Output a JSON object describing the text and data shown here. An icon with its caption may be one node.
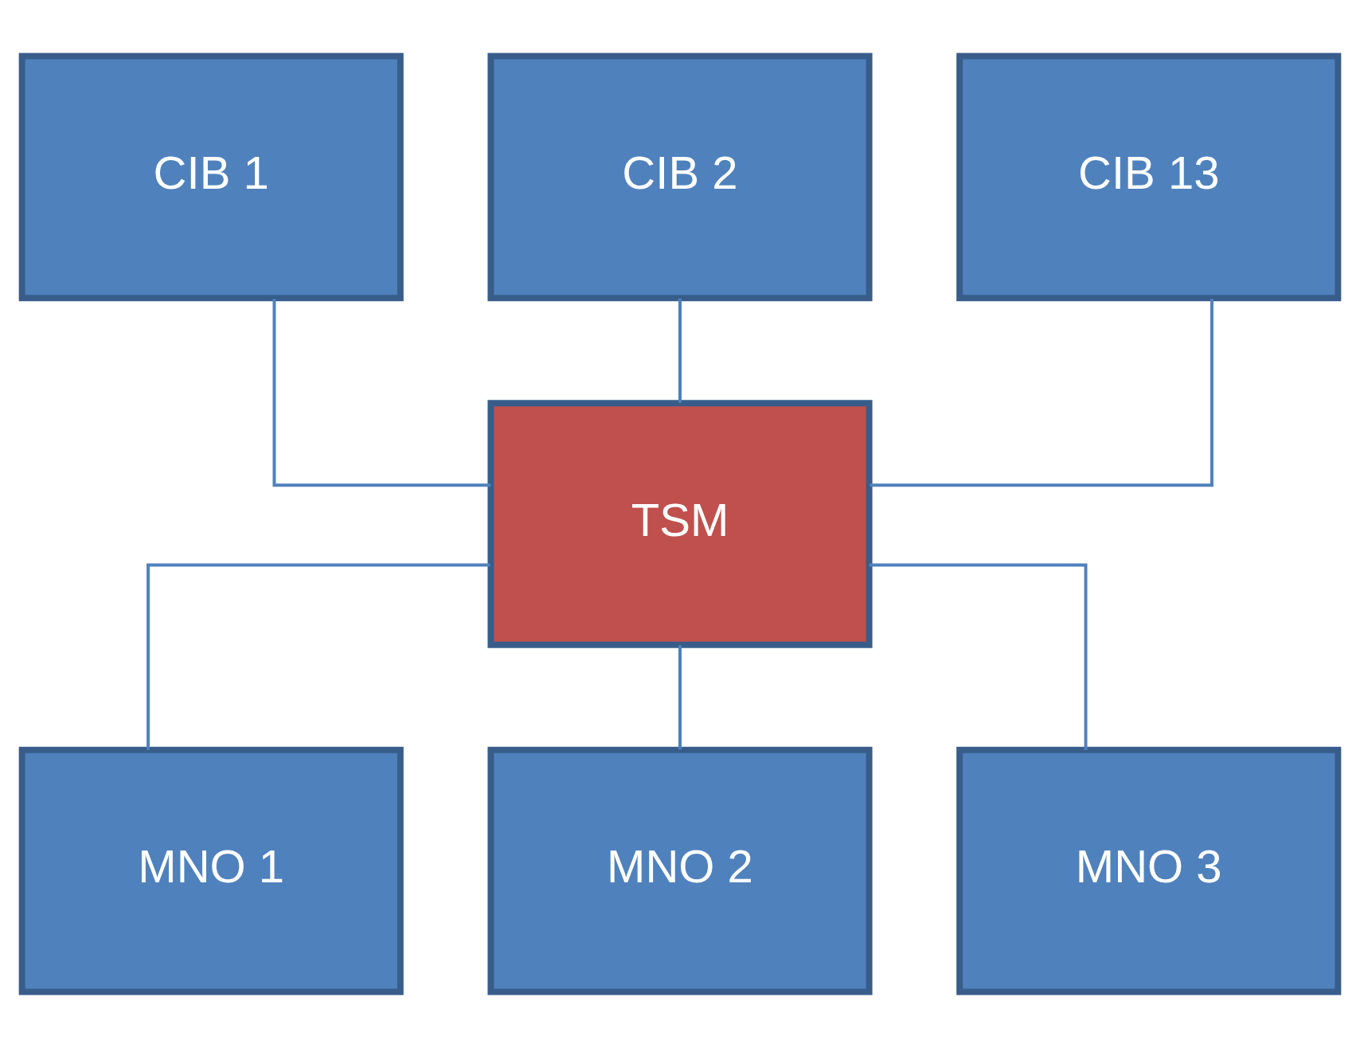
{
  "diagram": {
    "nodes": [
      {
        "text": [
          "CIB 1"
        ]
      },
      {
        "text": [
          "CIB 2"
        ]
      },
      {
        "text": [
          "CIB 13"
        ]
      },
      {
        "text": [
          "TSM"
        ]
      },
      {
        "text": [
          "MNO 1"
        ]
      },
      {
        "text": [
          "MNO 2"
        ]
      },
      {
        "text": [
          "MNO 3"
        ]
      }
    ],
    "edges": [
      {
        "from": 0,
        "to": 3,
        "arrow": "none"
      },
      {
        "from": 1,
        "to": 3,
        "arrow": "none"
      },
      {
        "from": 2,
        "to": 3,
        "arrow": "none"
      },
      {
        "from": 3,
        "to": 4,
        "arrow": "none"
      },
      {
        "from": 3,
        "to": 5,
        "arrow": "none"
      },
      {
        "from": 3,
        "to": 6,
        "arrow": "none"
      }
    ]
  }
}
